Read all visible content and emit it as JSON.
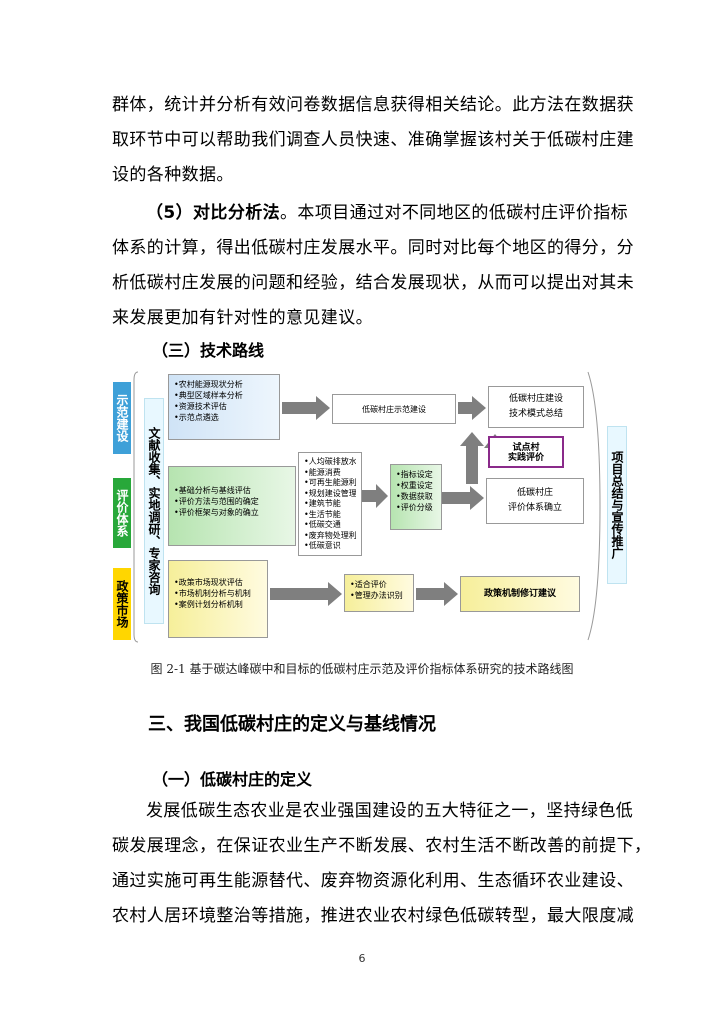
{
  "paragraphs": {
    "p1": [
      "群体，统计并分析有效问卷数据信息获得相关结论。此方法在数据获",
      "取环节中可以帮助我们调查人员快速、准确掌握该村关于低碳村庄建",
      "设的各种数据。"
    ],
    "p2_lead": "（5）对比分析法",
    "p2_first": "。本项目通过对不同地区的低碳村庄评价指标",
    "p2_rest": [
      "体系的计算，得出低碳村庄发展水平。同时对比每个地区的得分，分",
      "析低碳村庄发展的问题和经验，结合发展现状，从而可以提出对其未",
      "来发展更加有针对性的意见建议。"
    ]
  },
  "headings": {
    "tech_route": "（三）技术路线",
    "section3": "三、我国低碳村庄的定义与基线情况",
    "def": "（一）低碳村庄的定义"
  },
  "diagram": {
    "side_blue": "示范建设",
    "side_green": "评价体系",
    "side_yellow": "政策市场",
    "wenxian": "文献收集、实地调研、专家咨询",
    "blue_box": [
      "•农村能源现状分析",
      "•典型区域样本分析",
      "•资源技术评估",
      "•示范点遴选"
    ],
    "green_box": [
      "•基础分析与基线评估",
      "•评价方法与范围的确定",
      "•评价框架与对象的确立"
    ],
    "yellow_box": [
      "•政策市场现状评估",
      "•市场机制分析与机制",
      "•案例计划分析机制"
    ],
    "indicator_box": [
      "•人均碳排放水平",
      "•能源消费",
      "•可再生能源利用",
      "•规划建设管理",
      "•建筑节能",
      "•生活节能",
      "•低碳交通",
      "•废弃物处理利用",
      "•低碳意识"
    ],
    "mid_top_box": "低碳村庄示范建设",
    "mid_green_box": [
      "•指标设定",
      "•权重设定",
      "•数据获取",
      "•评价分级"
    ],
    "mid_yellow_box": [
      "•适合评价",
      "•管理办法识别"
    ],
    "right_top_box": [
      "低碳村庄建设",
      "技术模式总结"
    ],
    "pilot_box": [
      "试点村",
      "实践评价"
    ],
    "right_green_box": [
      "低碳村庄",
      "评价体系确立"
    ],
    "right_yellow_box": "政策机制修订建议",
    "right_bar": "项目总结与宣传推广"
  },
  "caption": "图 2-1 基于碳达峰碳中和目标的低碳村庄示范及评价指标体系研究的技术路线图",
  "body": {
    "p3": [
      "发展低碳生态农业是农业强国建设的五大特征之一，坚持绿色低",
      "碳发展理念，在保证农业生产不断发展、农村生活不断改善的前提下，",
      "通过实施可再生能源替代、废弃物资源化利用、生态循环农业建设、",
      "农村人居环境整治等措施，推进农业农村绿色低碳转型，最大限度减"
    ]
  },
  "page_number": "6",
  "colors": {
    "blue": "#3ea0d8",
    "green": "#28a83a",
    "yellow": "#ffd600",
    "purple": "#8a2a8a",
    "arrow": "#7f7f7f"
  }
}
